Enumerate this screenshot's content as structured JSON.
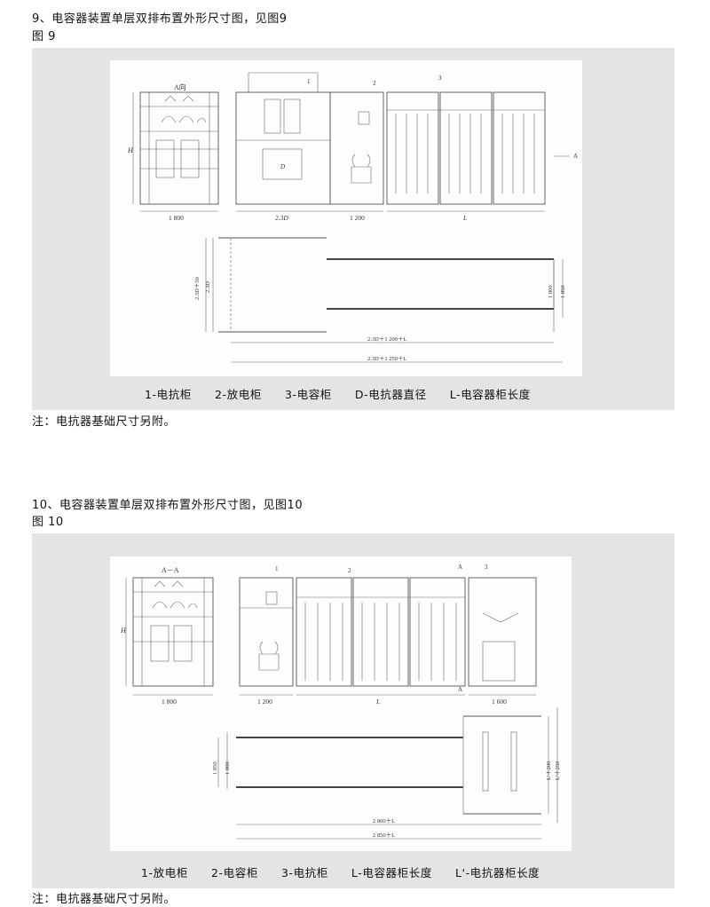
{
  "section9": {
    "heading": "9、电容器装置单层双排布置外形尺寸图，见图9",
    "fig_label": "图  9",
    "drawing": {
      "view_label": "A向",
      "arrow_label": "A",
      "dim_H": "H",
      "dim_1": "1 800",
      "dim_2": "2.3D",
      "dim_3": "1 200",
      "dim_L": "L",
      "dim_D": "D",
      "callout_1": "1",
      "callout_2": "2",
      "callout_3": "3",
      "plan_left_outer": "2.3D＋50",
      "plan_left_inner": "2.3D",
      "plan_right_inner": "1 800",
      "plan_right_outer": "1 850",
      "plan_bottom_inner": "2.3D＋1 200＋L",
      "plan_bottom_outer": "2.3D＋1 250＋L"
    },
    "legend": [
      "1-电抗柜",
      "2-放电柜",
      "3-电容柜",
      "D-电抗器直径",
      "L-电容器柜长度"
    ],
    "note": "注：电抗器基础尺寸另附。"
  },
  "section10": {
    "heading": "10、电容器装置单层双排布置外形尺寸图，见图10",
    "fig_label": "图  10",
    "drawing": {
      "view_label": "A－A",
      "arrow_label_top": "A",
      "arrow_label_bottom": "A",
      "dim_H": "H",
      "dim_1": "1 800",
      "dim_2": "1 200",
      "dim_L": "L",
      "dim_3": "1 600",
      "callout_1": "1",
      "callout_2": "2",
      "callout_3": "3",
      "plan_left_outer": "1 850",
      "plan_left_inner": "1 800",
      "plan_right_inner": "L'＋200",
      "plan_right_outer": "L'＋250",
      "plan_bottom_inner": "2 800＋L",
      "plan_bottom_outer": "2 850＋L"
    },
    "legend": [
      "1-放电柜",
      "2-电容柜",
      "3-电抗柜",
      "L-电容器柜长度",
      "L'-电抗器柜长度"
    ],
    "note": "注：电抗器基础尺寸另附。"
  }
}
